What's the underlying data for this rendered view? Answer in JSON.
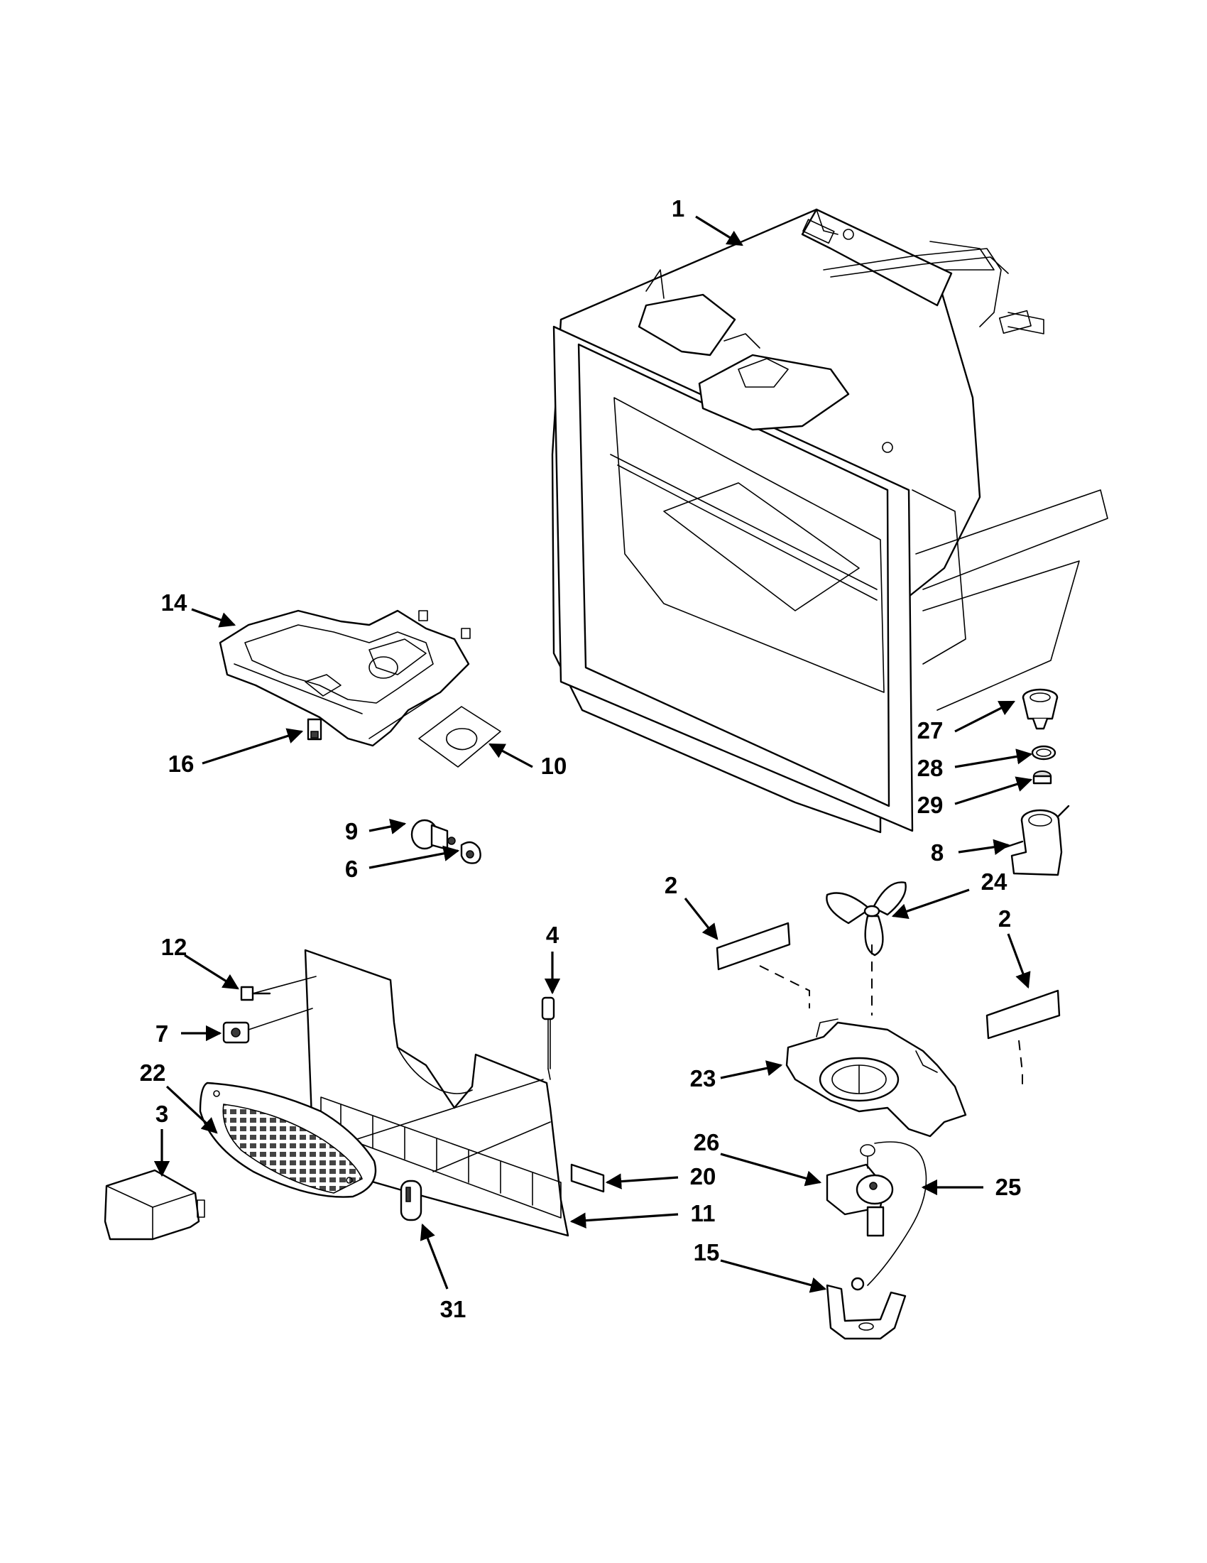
{
  "diagram": {
    "callouts": [
      {
        "id": "c1",
        "label": "1"
      },
      {
        "id": "c14",
        "label": "14"
      },
      {
        "id": "c16",
        "label": "16"
      },
      {
        "id": "c10",
        "label": "10"
      },
      {
        "id": "c9",
        "label": "9"
      },
      {
        "id": "c6",
        "label": "6"
      },
      {
        "id": "c27",
        "label": "27"
      },
      {
        "id": "c28",
        "label": "28"
      },
      {
        "id": "c29",
        "label": "29"
      },
      {
        "id": "c8",
        "label": "8"
      },
      {
        "id": "c24",
        "label": "24"
      },
      {
        "id": "c2a",
        "label": "2"
      },
      {
        "id": "c2b",
        "label": "2"
      },
      {
        "id": "c23",
        "label": "23"
      },
      {
        "id": "c26",
        "label": "26"
      },
      {
        "id": "c25",
        "label": "25"
      },
      {
        "id": "c15",
        "label": "15"
      },
      {
        "id": "c4",
        "label": "4"
      },
      {
        "id": "c12",
        "label": "12"
      },
      {
        "id": "c7",
        "label": "7"
      },
      {
        "id": "c22",
        "label": "22"
      },
      {
        "id": "c3",
        "label": "3"
      },
      {
        "id": "c20",
        "label": "20"
      },
      {
        "id": "c11",
        "label": "11"
      },
      {
        "id": "c31",
        "label": "31"
      }
    ]
  }
}
